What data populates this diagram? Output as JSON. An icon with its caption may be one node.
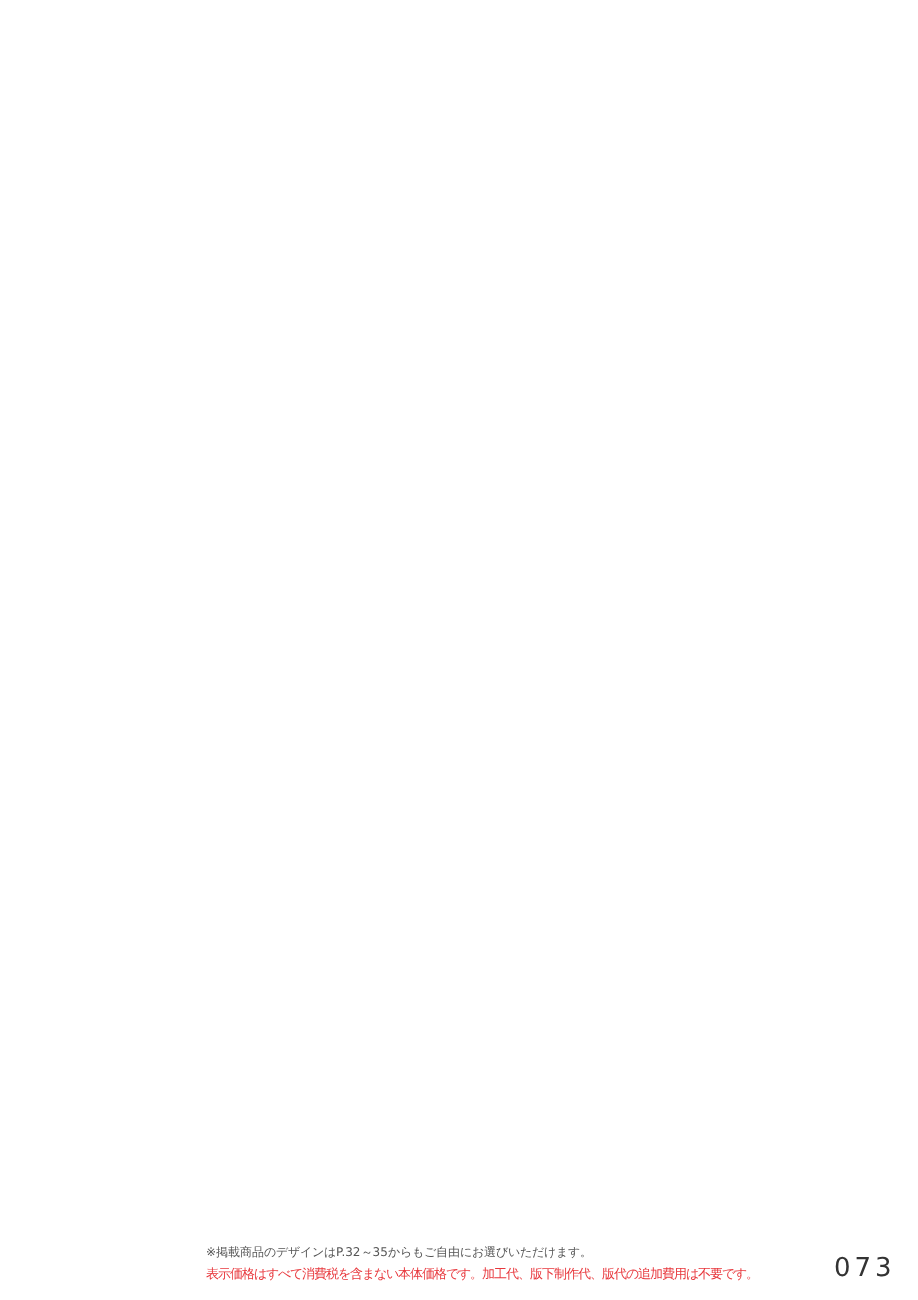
{
  "diagram": {
    "labels": [
      "※掲載商品のデザインはP.32～35からもご自由にお選びいただけます。",
      "表示価格はすべて消費税を含まない本体価格です。加工代、版下制作代、版代の追加費用は不要です。",
      "073"
    ]
  }
}
